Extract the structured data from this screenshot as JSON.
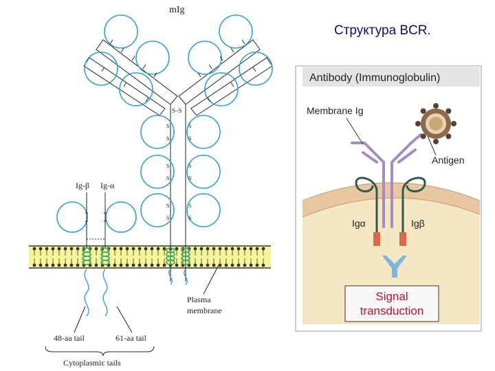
{
  "slide_title": "Структура BCR.",
  "left_diagram": {
    "label_mig": "mIg",
    "label_ig_beta": "Ig-β",
    "label_ig_alpha": "Ig-α",
    "disulfide_pair": "S–S",
    "disulfide_s": "S",
    "label_plasma_line1": "Plasma",
    "label_plasma_line2": "membrane",
    "label_48aa": "48-aa tail",
    "label_61aa": "61-aa tail",
    "label_cytoplasmic": "Cytoplasmic tails",
    "colors": {
      "domain": "#2f9fd8",
      "membrane": "#f7f59a",
      "coil": "#3aa86a"
    }
  },
  "right_panel": {
    "header": "Antibody (Immunoglobulin)",
    "label_membrane_ig": "Membrane Ig",
    "label_antigen": "Antigen",
    "label_ig_alpha": "Igα",
    "label_ig_beta": "Igβ",
    "signal_line1": "Signal",
    "signal_line2": "transduction",
    "colors": {
      "cytoplasm": "#f5e7c4",
      "membrane_band": "#e8c7a3",
      "receptor": "#a78bc0",
      "signal_text": "#c8102e",
      "arrow": "#7fb3e0"
    }
  }
}
